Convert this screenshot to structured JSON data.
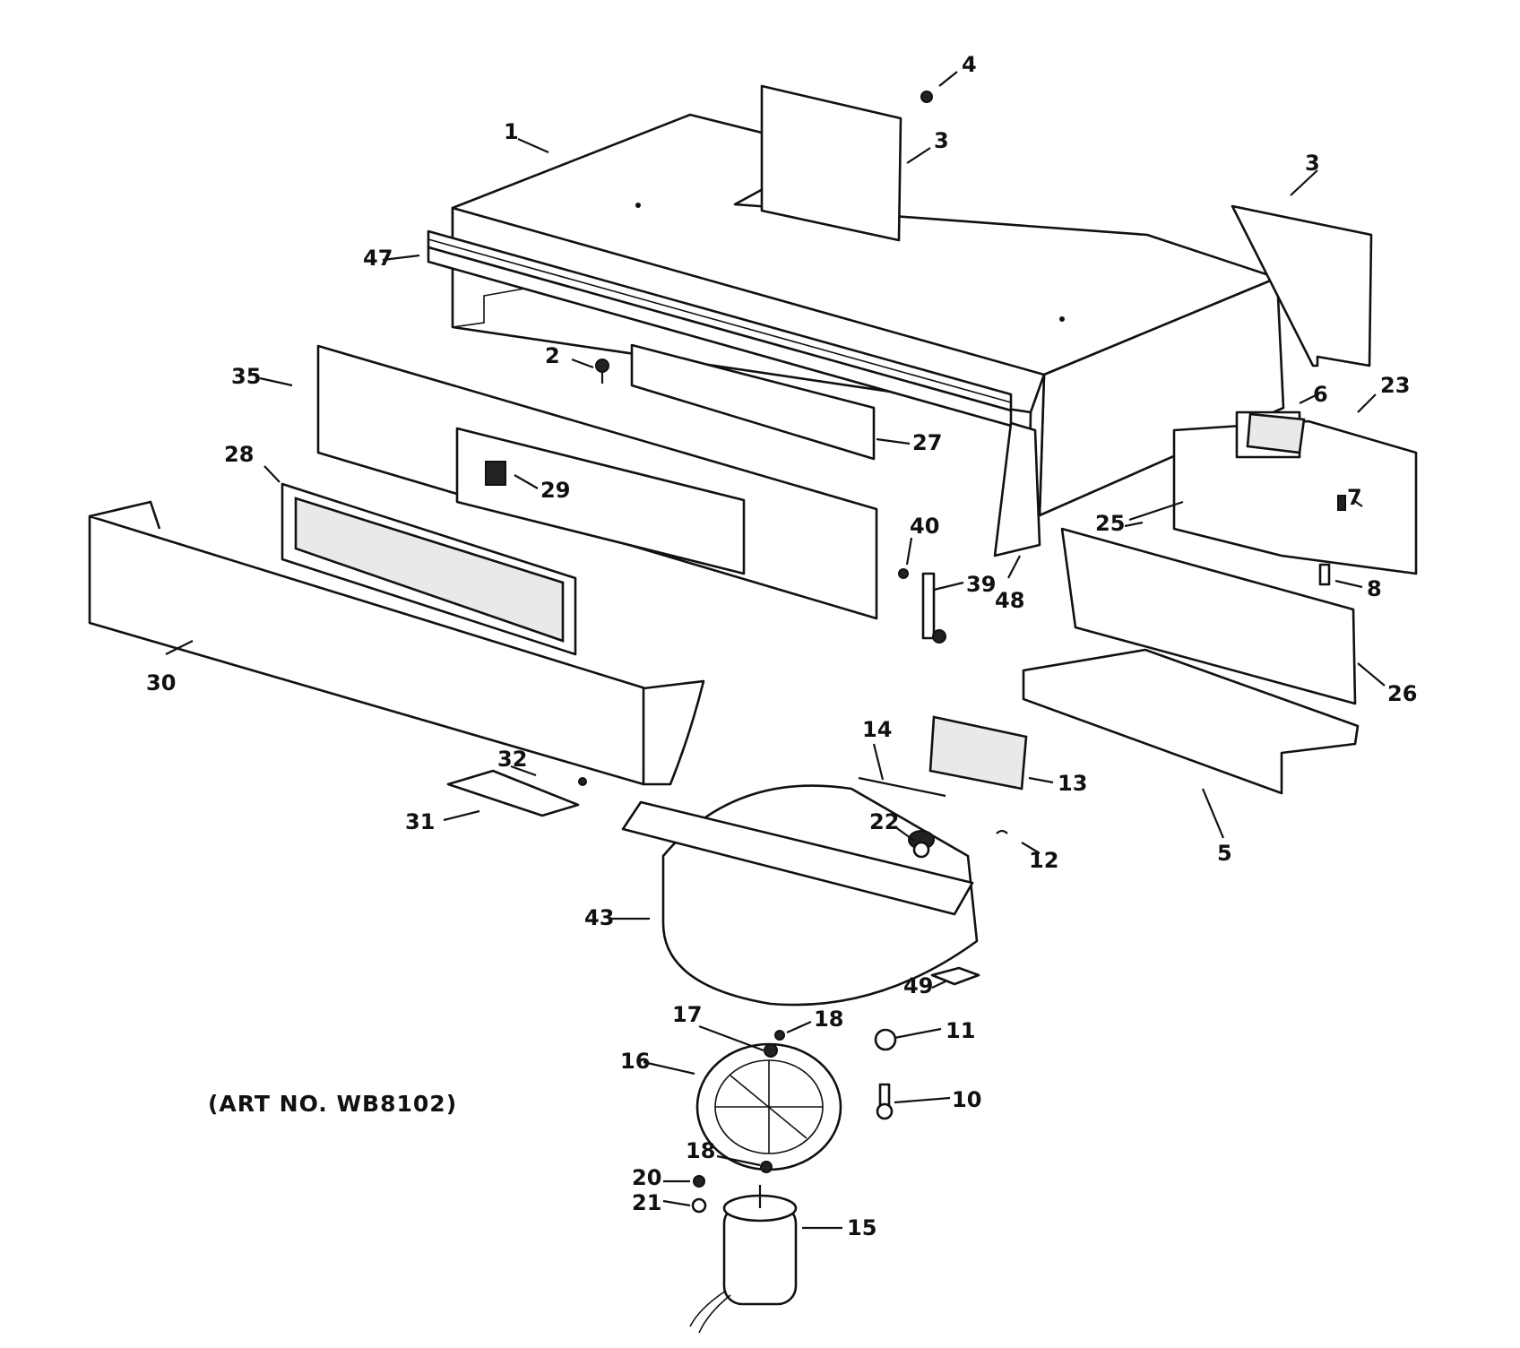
{
  "diagram": {
    "art_number": "(ART NO. WB8102)",
    "callouts": [
      {
        "id": "c1",
        "label": "1"
      },
      {
        "id": "c2",
        "label": "2"
      },
      {
        "id": "c3a",
        "label": "3"
      },
      {
        "id": "c3b",
        "label": "3"
      },
      {
        "id": "c4",
        "label": "4"
      },
      {
        "id": "c5",
        "label": "5"
      },
      {
        "id": "c6",
        "label": "6"
      },
      {
        "id": "c7",
        "label": "7"
      },
      {
        "id": "c8",
        "label": "8"
      },
      {
        "id": "c10",
        "label": "10"
      },
      {
        "id": "c11",
        "label": "11"
      },
      {
        "id": "c12",
        "label": "12"
      },
      {
        "id": "c13",
        "label": "13"
      },
      {
        "id": "c14",
        "label": "14"
      },
      {
        "id": "c15",
        "label": "15"
      },
      {
        "id": "c16",
        "label": "16"
      },
      {
        "id": "c17",
        "label": "17"
      },
      {
        "id": "c18a",
        "label": "18"
      },
      {
        "id": "c18b",
        "label": "18"
      },
      {
        "id": "c20",
        "label": "20"
      },
      {
        "id": "c21",
        "label": "21"
      },
      {
        "id": "c22",
        "label": "22"
      },
      {
        "id": "c23",
        "label": "23"
      },
      {
        "id": "c25",
        "label": "25"
      },
      {
        "id": "c26",
        "label": "26"
      },
      {
        "id": "c27",
        "label": "27"
      },
      {
        "id": "c28",
        "label": "28"
      },
      {
        "id": "c29",
        "label": "29"
      },
      {
        "id": "c30",
        "label": "30"
      },
      {
        "id": "c31",
        "label": "31"
      },
      {
        "id": "c32",
        "label": "32"
      },
      {
        "id": "c35",
        "label": "35"
      },
      {
        "id": "c39",
        "label": "39"
      },
      {
        "id": "c40",
        "label": "40"
      },
      {
        "id": "c43",
        "label": "43"
      },
      {
        "id": "c47",
        "label": "47"
      },
      {
        "id": "c48",
        "label": "48"
      },
      {
        "id": "c49",
        "label": "49"
      }
    ]
  }
}
